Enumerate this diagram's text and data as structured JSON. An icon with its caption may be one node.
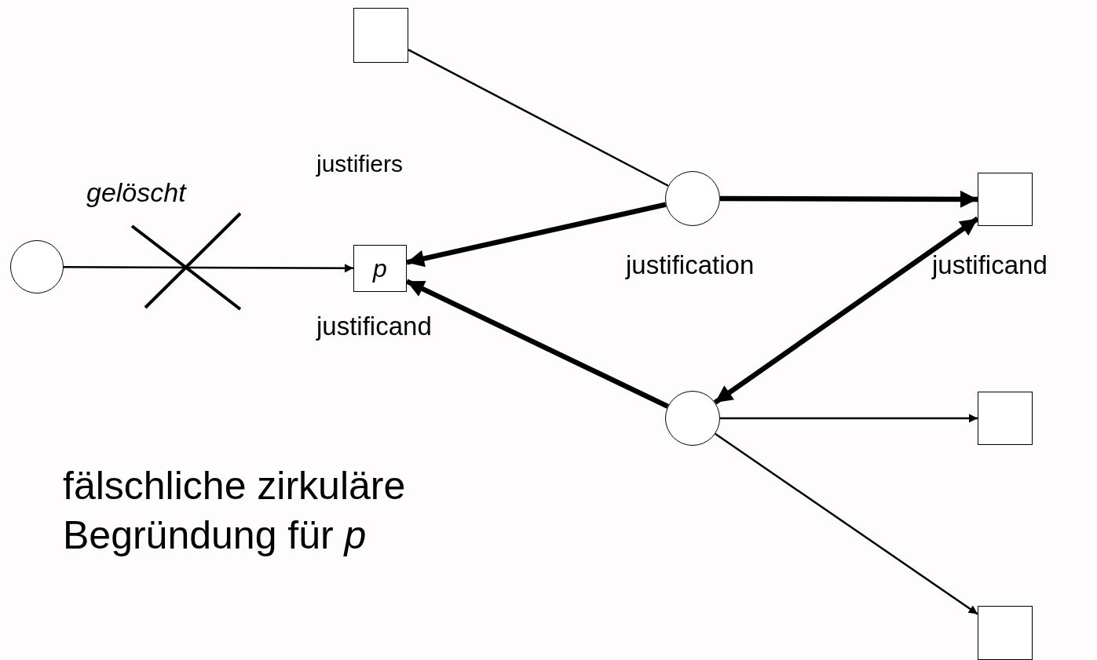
{
  "diagram": {
    "nodes": [
      {
        "text": [],
        "shape": "circle"
      },
      {
        "text": [
          "p"
        ],
        "beside": [
          "justificand"
        ]
      },
      {
        "text": [],
        "shape": "box"
      },
      {
        "text": [],
        "shape": "circle",
        "beside": [
          "justification"
        ]
      },
      {
        "text": [],
        "shape": "box",
        "beside": [
          "justificand"
        ]
      },
      {
        "text": [],
        "shape": "circle"
      },
      {
        "text": [],
        "shape": "box"
      },
      {
        "text": [],
        "shape": "box"
      }
    ],
    "edges": [
      {
        "from": 0,
        "to": 1,
        "arrow": "to"
      },
      {
        "from": 2,
        "to": 3,
        "arrow": "none"
      },
      {
        "from": 3,
        "to": 4,
        "arrow": "to",
        "style": "thick"
      },
      {
        "from": 3,
        "to": 1,
        "arrow": "to",
        "style": "thick"
      },
      {
        "from": 5,
        "to": 1,
        "arrow": "to",
        "style": "thick"
      },
      {
        "from": 4,
        "to": 5,
        "arrow": "both",
        "style": "thick"
      },
      {
        "from": 5,
        "to": 6,
        "arrow": "to"
      },
      {
        "from": 5,
        "to": 7,
        "arrow": "to"
      }
    ],
    "labels": [
      "justifiers",
      "gelöscht",
      "fälschliche zirkuläre Begründung für *p*"
    ]
  }
}
